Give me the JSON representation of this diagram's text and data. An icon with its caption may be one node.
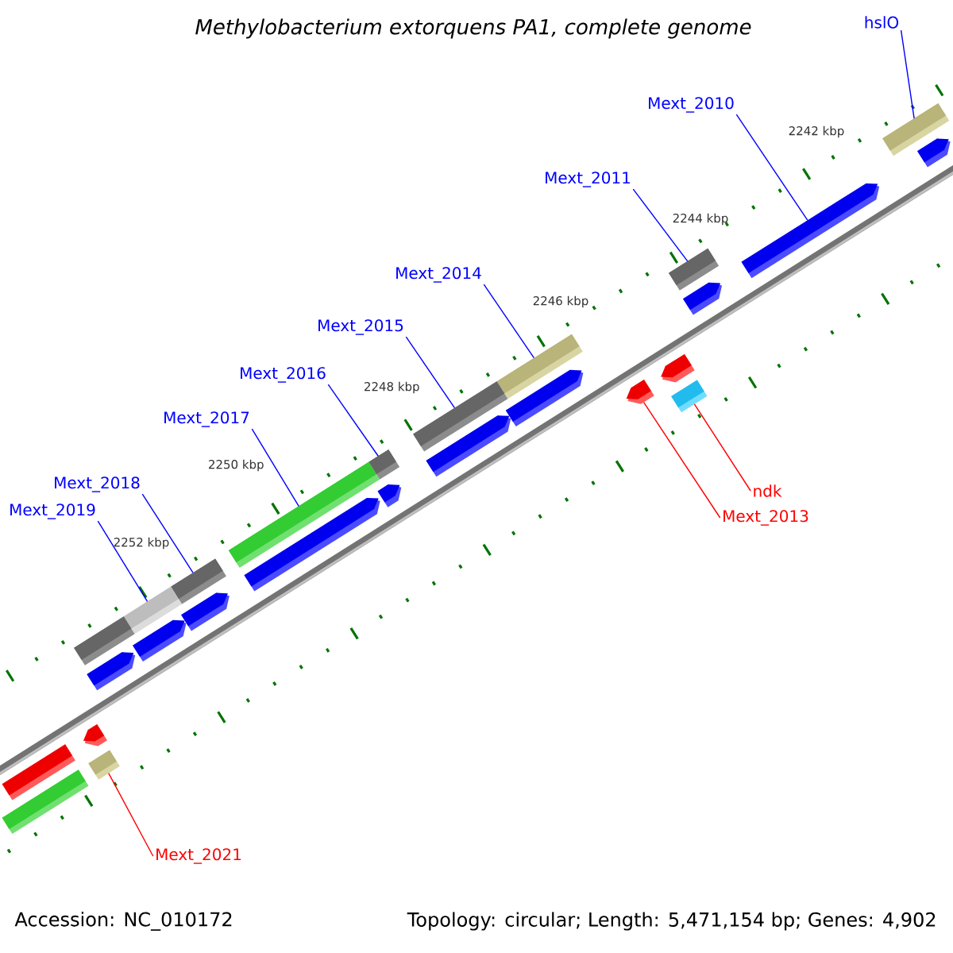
{
  "diagram": {
    "title": "Methylobacterium extorquens PA1, complete genome",
    "nodes": [
      {
        "text": [
          "hslO"
        ]
      },
      {
        "text": [
          "Mext_2010"
        ]
      },
      {
        "text": [
          "Mext_2011"
        ]
      },
      {
        "text": [
          "Mext_2014"
        ]
      },
      {
        "text": [
          "Mext_2015"
        ]
      },
      {
        "text": [
          "Mext_2016"
        ]
      },
      {
        "text": [
          "Mext_2017"
        ]
      },
      {
        "text": [
          "Mext_2018"
        ]
      },
      {
        "text": [
          "Mext_2019"
        ]
      },
      {
        "text": [
          "ndk"
        ]
      },
      {
        "text": [
          "Mext_2013"
        ]
      },
      {
        "text": [
          "Mext_2021"
        ]
      },
      {
        "text": [],
        "shape": "bar"
      },
      {
        "text": [],
        "shape": "bar"
      },
      {
        "text": [],
        "shape": "bar"
      },
      {
        "text": [],
        "shape": "bar"
      },
      {
        "text": [],
        "shape": "bar"
      },
      {
        "text": [],
        "shape": "bar"
      },
      {
        "text": [],
        "shape": "bar"
      },
      {
        "text": [],
        "shape": "bar"
      },
      {
        "text": [],
        "shape": "bar"
      },
      {
        "text": [],
        "shape": "bar"
      },
      {
        "text": [],
        "shape": "bar"
      },
      {
        "text": [],
        "shape": "bar"
      },
      {
        "text": [],
        "shape": "bar"
      },
      {
        "text": [],
        "shape": "bar"
      },
      {
        "text": [],
        "shape": "bar"
      },
      {
        "text": [],
        "shape": "bar"
      },
      {
        "text": [],
        "shape": "bar"
      },
      {
        "text": [],
        "shape": "bar"
      },
      {
        "text": [],
        "shape": "bar"
      },
      {
        "text": [],
        "shape": "bar"
      },
      {
        "text": [],
        "shape": "bar"
      },
      {
        "text": [],
        "shape": "bar"
      },
      {
        "text": [],
        "shape": "bar"
      },
      {
        "text": [],
        "shape": "bar"
      },
      {
        "text": [],
        "shape": "bar"
      },
      {
        "text": [],
        "shape": "bar"
      }
    ],
    "edges": [
      {
        "from": 0,
        "to": 12,
        "arrow": "none"
      },
      {
        "from": 1,
        "to": 13,
        "arrow": "none"
      },
      {
        "from": 2,
        "to": 14,
        "arrow": "none"
      },
      {
        "from": 3,
        "to": 15,
        "arrow": "none"
      },
      {
        "from": 4,
        "to": 16,
        "arrow": "none"
      },
      {
        "from": 5,
        "to": 17,
        "arrow": "none"
      },
      {
        "from": 6,
        "to": 18,
        "arrow": "none"
      },
      {
        "from": 7,
        "to": 19,
        "arrow": "none"
      },
      {
        "from": 8,
        "to": 20,
        "arrow": "none"
      },
      {
        "from": 9,
        "to": 21,
        "arrow": "none",
        "color": "#ff0000"
      },
      {
        "from": 10,
        "to": 22,
        "arrow": "none",
        "color": "#ff0000"
      },
      {
        "from": 11,
        "to": 23,
        "arrow": "none",
        "color": "#ff0000"
      }
    ],
    "labels": [
      "2242 kbp",
      "2244 kbp",
      "2246 kbp",
      "2248 kbp",
      "2250 kbp",
      "2252 kbp",
      "Accession: NC_010172",
      "Topology: circular; Length: 5,471,154 bp; Genes: 4,902"
    ]
  }
}
